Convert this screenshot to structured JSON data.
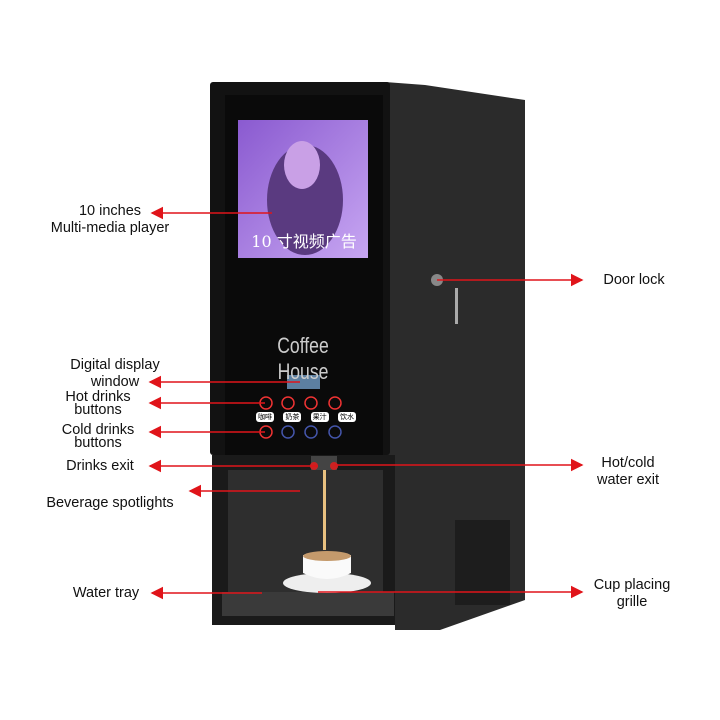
{
  "screen": {
    "ad_text": "10 寸视频广告"
  },
  "panel": {
    "brand": "Coffee House",
    "button_tags": [
      "咖啡",
      "奶茶",
      "果汁",
      "饮水"
    ]
  },
  "labels": {
    "media_l1": "10 inches",
    "media_l2": "Multi-media player",
    "display_l1": "Digital display",
    "display_l2": "window",
    "hot_l1": "Hot drinks",
    "hot_l2": "buttons",
    "cold_l1": "Cold drinks",
    "cold_l2": "buttons",
    "exit": "Drinks exit",
    "spot": "Beverage spotlights",
    "tray": "Water tray",
    "lock": "Door lock",
    "hc_l1": "Hot/cold",
    "hc_l2": "water exit",
    "grille_l1": "Cup placing",
    "grille_l2": "grille"
  },
  "colors": {
    "arrow": "#e0141a",
    "body": "#141414",
    "side": "#2a2a2a",
    "screen": "#a77fe0"
  }
}
